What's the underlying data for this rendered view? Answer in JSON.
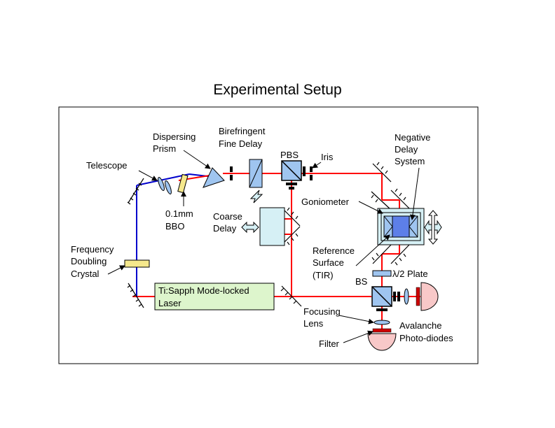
{
  "title": "Experimental Setup",
  "colors": {
    "red_beam": "#ff0000",
    "blue_beam": "#0000cc",
    "optic_blue": "#9fc5f0",
    "crystal_yellow": "#f5e88c",
    "laser_box": "#ddf5cc",
    "detector_pink": "#f8c8c8",
    "coarse_delay_box": "#d6f0f5"
  },
  "labels": {
    "telescope": "Telescope",
    "dispersing_prism": [
      "Dispersing",
      "Prism"
    ],
    "birefringent": [
      "Birefringent",
      "Fine Delay"
    ],
    "pbs": "PBS",
    "iris": "Iris",
    "negative_delay": [
      "Negative",
      "Delay",
      "System"
    ],
    "bbo": [
      "0.1mm",
      "BBO"
    ],
    "coarse_delay": [
      "Coarse",
      "Delay"
    ],
    "goniometer": "Goniometer",
    "frequency_doubling": [
      "Frequency",
      "Doubling",
      "Crystal"
    ],
    "reference_surface": [
      "Reference",
      "Surface",
      "(TIR)"
    ],
    "half_wave_plate": "λ/2 Plate",
    "bs": "BS",
    "laser": [
      "Ti:Sapph Mode-locked",
      "Laser"
    ],
    "focusing_lens": [
      "Focusing",
      "Lens"
    ],
    "avalanche": [
      "Avalanche",
      "Photo-diodes"
    ],
    "filter": "Filter"
  }
}
